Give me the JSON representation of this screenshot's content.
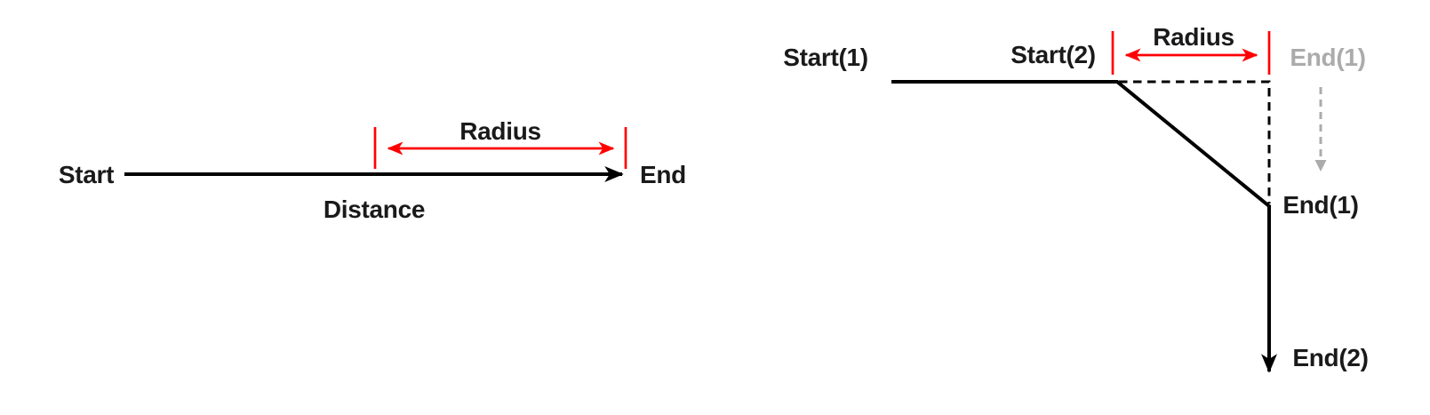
{
  "left_diagram": {
    "start_label": "Start",
    "end_label": "End",
    "distance_label": "Distance",
    "radius_label": "Radius"
  },
  "right_diagram": {
    "start1_label": "Start(1)",
    "start2_label": "Start(2)",
    "radius_label": "Radius",
    "end1_ghost_label": "End(1)",
    "end1_label": "End(1)",
    "end2_label": "End(2)"
  },
  "colors": {
    "line": "#000000",
    "text": "#1a1a1a",
    "measure_red": "#ff0000",
    "ghost_gray": "#ababab",
    "background": "#ffffff"
  }
}
